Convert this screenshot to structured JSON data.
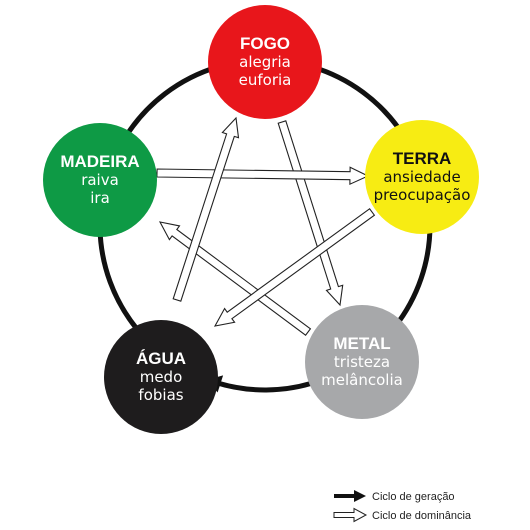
{
  "elements": [
    {
      "id": "fogo",
      "title": "FOGO",
      "lines": [
        "alegria",
        "euforia"
      ],
      "fill": "#e8161b",
      "title_color": "#ffffff",
      "text_color": "#ffffff"
    },
    {
      "id": "terra",
      "title": "TERRA",
      "lines": [
        "ansiedade",
        "preocupação"
      ],
      "fill": "#f7ec13",
      "title_color": "#111111",
      "text_color": "#111111"
    },
    {
      "id": "metal",
      "title": "METAL",
      "lines": [
        "tristeza",
        "melâncolia"
      ],
      "fill": "#a7a8aa",
      "title_color": "#ffffff",
      "text_color": "#ffffff"
    },
    {
      "id": "agua",
      "title": "ÁGUA",
      "lines": [
        "medo",
        "fobias"
      ],
      "fill": "#1e1c1d",
      "title_color": "#ffffff",
      "text_color": "#ffffff"
    },
    {
      "id": "madeira",
      "title": "MADEIRA",
      "lines": [
        "raiva",
        "ira"
      ],
      "fill": "#0e9a45",
      "title_color": "#ffffff",
      "text_color": "#ffffff"
    }
  ],
  "generation_cycle": [
    "fogo",
    "terra",
    "metal",
    "agua",
    "madeira"
  ],
  "dominance_cycle": [
    {
      "from": "fogo",
      "to": "metal"
    },
    {
      "from": "metal",
      "to": "madeira"
    },
    {
      "from": "madeira",
      "to": "terra"
    },
    {
      "from": "terra",
      "to": "agua"
    },
    {
      "from": "agua",
      "to": "fogo"
    }
  ],
  "legend": {
    "generation_label": "Ciclo de geração",
    "dominance_label": "Ciclo de dominância"
  },
  "colors": {
    "generation_arrow": "#111111",
    "dominance_arrow_stroke": "#222222",
    "dominance_arrow_fill": "#ffffff"
  }
}
